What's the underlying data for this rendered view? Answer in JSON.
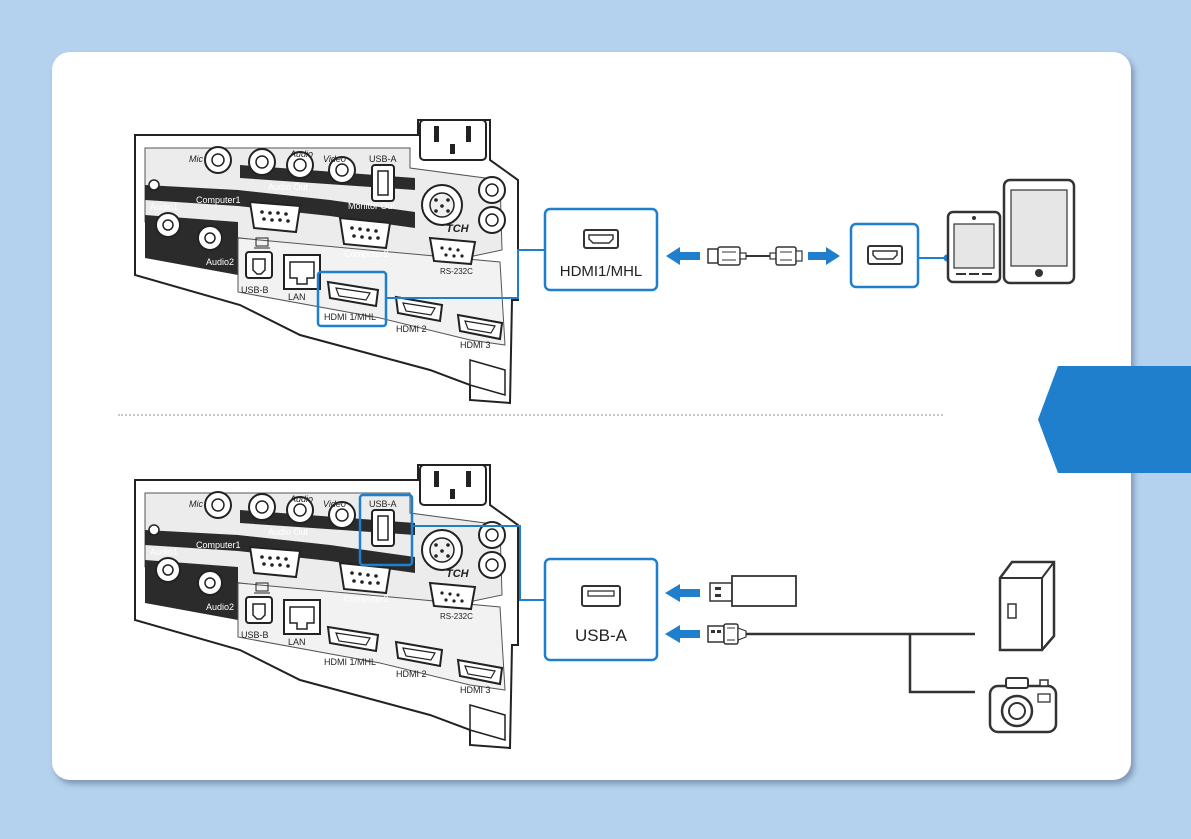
{
  "colors": {
    "background": "#b4d1ee",
    "card": "#ffffff",
    "accent_blue": "#1f7fcc",
    "port_box_border": "#1f7fcc",
    "line_dark": "#333333"
  },
  "panel_labels": {
    "mic": "Mic",
    "audio": "Audio",
    "video": "Video",
    "usb_a": "USB-A",
    "audio_out": "Audio Out",
    "monitor_out": "Monitor Out",
    "computer1": "Computer1",
    "computer2": "Computer2",
    "audio1": "Audio1",
    "audio2": "Audio2",
    "usb_b": "USB-B",
    "lan": "LAN",
    "hdmi1": "HDMI 1/MHL",
    "hdmi2": "HDMI 2",
    "hdmi3": "HDMI 3",
    "rs232c": "RS-232C",
    "tch": "TCH"
  },
  "top_section": {
    "port_box_label": "HDMI1/MHL",
    "port_icon": "hdmi-port-icon",
    "cable_icon": "mhl-cable-icon",
    "adapter_icon": "hdmi-port-icon",
    "devices": [
      "smartphone-icon",
      "tablet-icon"
    ]
  },
  "bottom_section": {
    "port_box_label": "USB-A",
    "port_icon": "usb-a-port-icon",
    "devices": [
      "usb-flash-drive-icon",
      "usb-cable-icon",
      "external-hard-drive-icon",
      "digital-camera-icon"
    ]
  }
}
